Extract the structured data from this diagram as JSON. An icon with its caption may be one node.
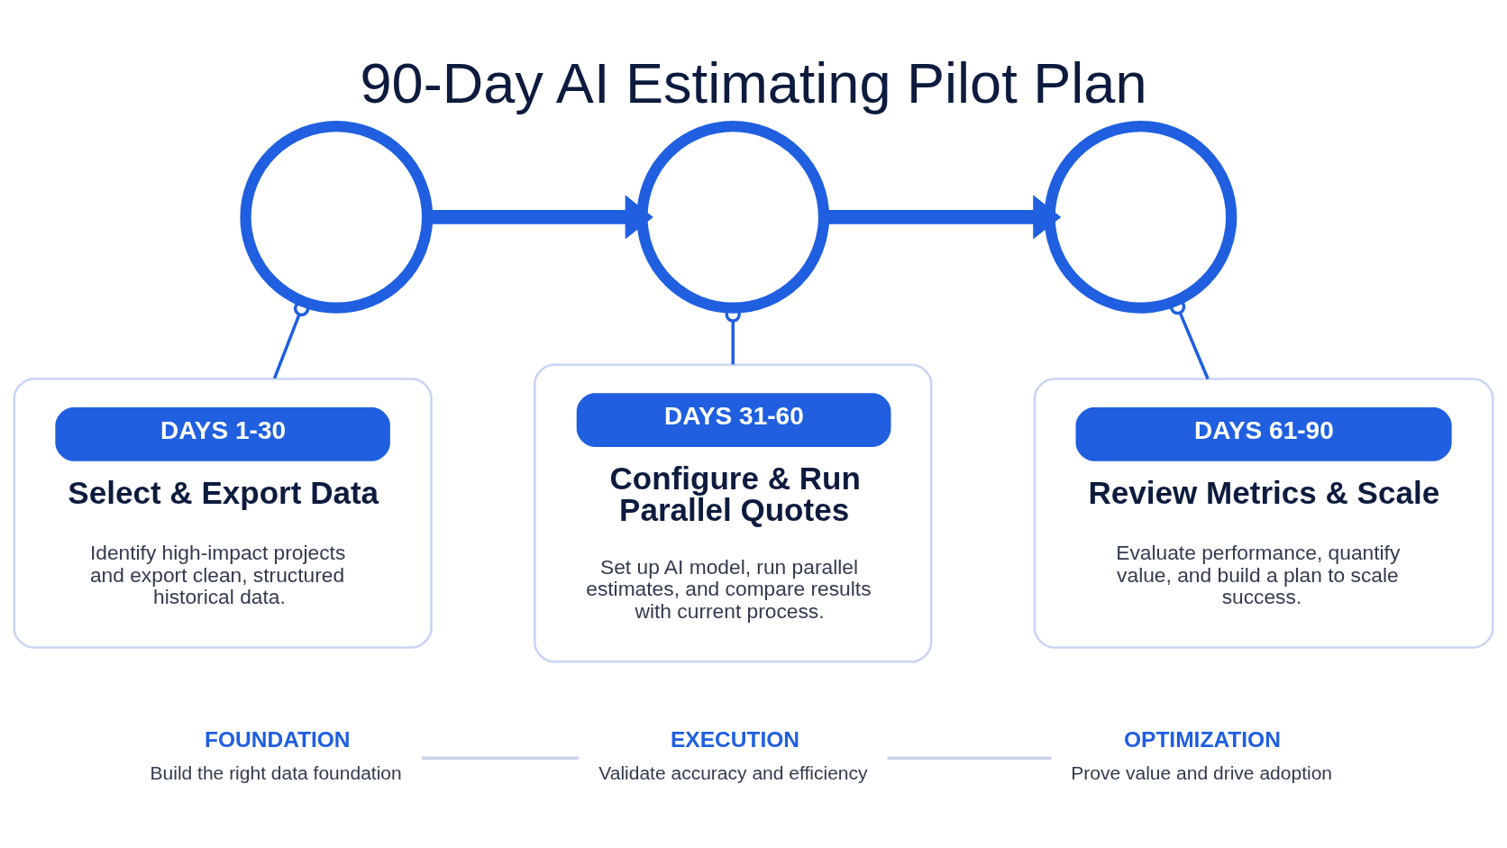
{
  "diagram": {
    "title": "90-Day AI Estimating Pilot Plan",
    "nodes": [
      {
        "text": [],
        "shape": "circle"
      },
      {
        "text": [],
        "shape": "circle"
      },
      {
        "text": [],
        "shape": "circle"
      },
      {
        "text": [
          "DAYS 1-30",
          "Select & Export Data",
          "Identify high-impact projects and export clean, structured historical data."
        ]
      },
      {
        "text": [
          "DAYS 31-60",
          "Configure & Run Parallel Quotes",
          "Set up AI model, run parallel estimates, and compare results with current process."
        ]
      },
      {
        "text": [
          "DAYS 61-90",
          "Review Metrics & Scale",
          "Evaluate performance, quantify value, and build a plan to scale success."
        ]
      },
      {
        "text": [
          "FOUNDATION",
          "Build the right data foundation"
        ]
      },
      {
        "text": [
          "EXECUTION",
          "Validate accuracy and efficiency"
        ]
      },
      {
        "text": [
          "OPTIMIZATION",
          "Prove value and drive adoption"
        ]
      }
    ],
    "edges": [
      {
        "from": 0,
        "to": 1,
        "arrow": "to",
        "style": "thick"
      },
      {
        "from": 1,
        "to": 2,
        "arrow": "to",
        "style": "thick"
      },
      {
        "from": 0,
        "to": 3,
        "arrow": "other"
      },
      {
        "from": 1,
        "to": 4,
        "arrow": "other"
      },
      {
        "from": 2,
        "to": 5,
        "arrow": "other"
      },
      {
        "from": 6,
        "to": 7,
        "arrow": "none",
        "color": "#c9d3ea"
      },
      {
        "from": 7,
        "to": 8,
        "arrow": "none",
        "color": "#c9d3ea"
      }
    ]
  }
}
